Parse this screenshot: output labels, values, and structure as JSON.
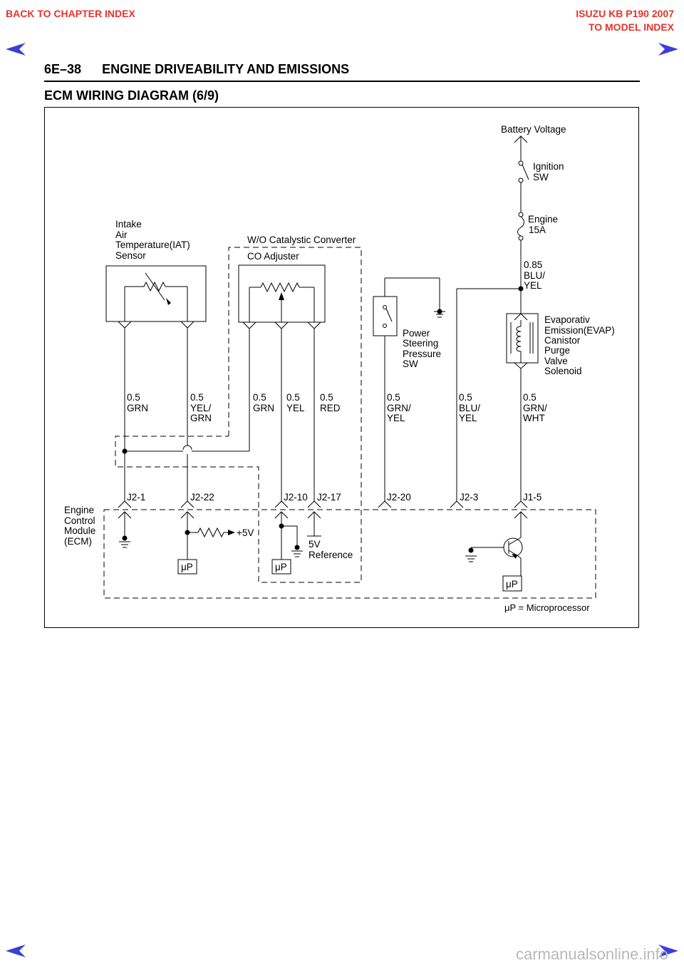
{
  "nav": {
    "back_chapter": "BACK TO CHAPTER INDEX",
    "model_line1": "ISUZU KB P190 2007",
    "model_line2": "TO MODEL INDEX",
    "arrow_color": "#3a3fd6",
    "link_color": "#e8322c"
  },
  "header": {
    "page_number": "6E–38",
    "section_title": "ENGINE DRIVEABILITY AND EMISSIONS"
  },
  "diagram": {
    "title": "ECM WIRING DIAGRAM (6/9)",
    "battery_voltage": "Battery Voltage",
    "ignition_sw": [
      "Ignition",
      "SW"
    ],
    "fuse": [
      "Engine",
      "15A"
    ],
    "feed_wire": [
      "0.85",
      "BLU/",
      "YEL"
    ],
    "iat_sensor": [
      "Intake",
      "Air",
      "Temperature(IAT)",
      "Sensor"
    ],
    "wo_catalytic": "W/O Catalystic Converter",
    "co_adjuster": "CO Adjuster",
    "ps_switch": [
      "Power",
      "Steering",
      "Pressure",
      "SW"
    ],
    "evap_solenoid": [
      "Evaporativ",
      "Emission(EVAP)",
      "Canistor",
      "Purge",
      "Valve",
      "Solenoid"
    ],
    "wires": [
      {
        "size": "0.5",
        "color": [
          "GRN"
        ]
      },
      {
        "size": "0.5",
        "color": [
          "YEL/",
          "GRN"
        ]
      },
      {
        "size": "0.5",
        "color": [
          "GRN"
        ]
      },
      {
        "size": "0.5",
        "color": [
          "YEL"
        ]
      },
      {
        "size": "0.5",
        "color": [
          "RED"
        ]
      },
      {
        "size": "0.5",
        "color": [
          "GRN/",
          "YEL"
        ]
      },
      {
        "size": "0.5",
        "color": [
          "BLU/",
          "YEL"
        ]
      },
      {
        "size": "0.5",
        "color": [
          "GRN/",
          "WHT"
        ]
      }
    ],
    "pins": [
      "J2-1",
      "J2-22",
      "J2-10",
      "J2-17",
      "J2-20",
      "J2-3",
      "J1-5"
    ],
    "ecm": [
      "Engine",
      "Control",
      "Module",
      "(ECM)"
    ],
    "plus5v": "+5V",
    "ref5v": [
      "5V",
      "Reference"
    ],
    "up": "μP",
    "up_legend": "μP = Microprocessor"
  },
  "watermark": "carmanualsonline.info"
}
